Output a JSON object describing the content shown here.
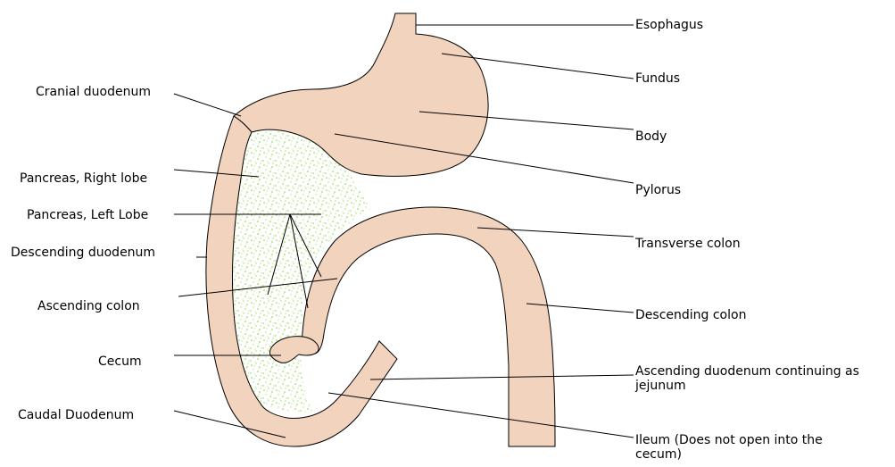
{
  "colors": {
    "organ_fill": "#f2d3bd",
    "pancreas_speckle": "#7fd33a",
    "outline": "#000000",
    "background": "#ffffff"
  },
  "labels": {
    "esophagus": "Esophagus",
    "fundus": "Fundus",
    "body": "Body",
    "pylorus": "Pylorus",
    "transverse_colon": "Transverse colon",
    "descending_colon": "Descending colon",
    "ascending_duodenum": "Ascending duodenum continuing as jejunum",
    "ileum": "Ileum (Does not open into the cecum)",
    "cranial_duodenum": "Cranial duodenum",
    "pancreas_right": "Pancreas, Right lobe",
    "pancreas_left": "Pancreas, Left Lobe",
    "descending_duodenum": "Descending duodenum",
    "ascending_colon": "Ascending colon",
    "cecum": "Cecum",
    "caudal_duodenum": "Caudal Duodenum"
  }
}
